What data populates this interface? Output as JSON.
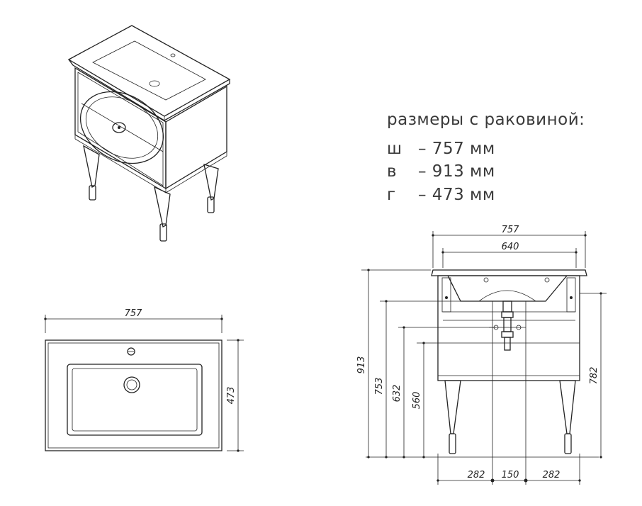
{
  "specs": {
    "title": "размеры с раковиной:",
    "rows": [
      {
        "key": "ш",
        "value": "– 757 мм"
      },
      {
        "key": "в",
        "value": "– 913 мм"
      },
      {
        "key": "г",
        "value": "– 473 мм"
      }
    ]
  },
  "top_view": {
    "width_label": "757",
    "depth_label": "473"
  },
  "front_view": {
    "overall_width": "757",
    "inner_width": "640",
    "total_height": "913",
    "height_753": "753",
    "height_632": "632",
    "height_560": "560",
    "height_782": "782",
    "bottom_left": "282",
    "bottom_mid": "150",
    "bottom_right": "282"
  }
}
